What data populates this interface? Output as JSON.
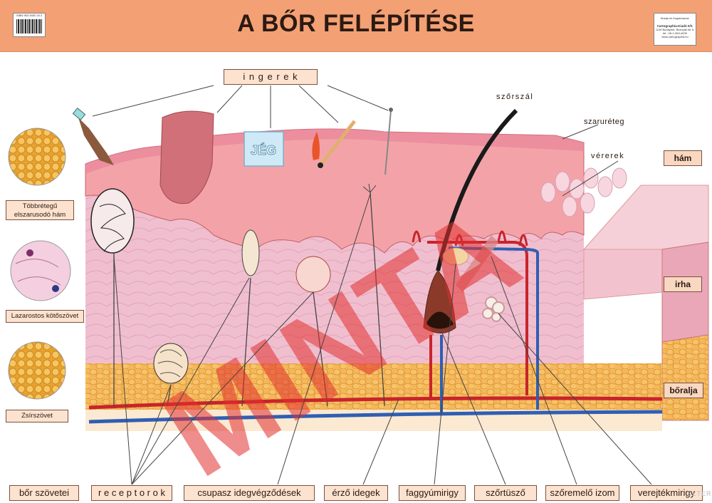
{
  "header": {
    "title": "A BŐR FELÉPÍTÉSE",
    "barcode_text": "ISBN 963 4650 18 3",
    "publisher": {
      "line1": "Kiadja és forgalmazza:",
      "name": "Cartographia-Kiadó Kft.",
      "line3": "1149 Budapest, Bosnyák tér 5.",
      "line4": "tel.: 06-1-363-4639",
      "line5": "www.cartographia.hu"
    }
  },
  "labels": {
    "ingerek": "i n g e r e k",
    "szorszal": "szőrszál",
    "szaruréteg": "szaruréteg",
    "vererek": "vérerek",
    "ham": "hám",
    "irha": "irha",
    "boralja": "bőralja",
    "mint": "MINTA"
  },
  "side_labels": {
    "tobbretegu": [
      "Többrétegű",
      "elszarusodó hám"
    ],
    "lazarostos": "Lazarostos kötőszövet",
    "zsirszovet": "Zsírszövet"
  },
  "bottom_labels": [
    "bőr szövetei",
    "r e c e p t o r o k",
    "csupasz idegvégződések",
    "érző idegek",
    "faggyúmirigy",
    "szőrtüsző",
    "szőremelő izom",
    "verejtékmirigy"
  ],
  "stimuli": {
    "ice_text": "JÉG"
  },
  "watermark": "SZTEREO"
}
